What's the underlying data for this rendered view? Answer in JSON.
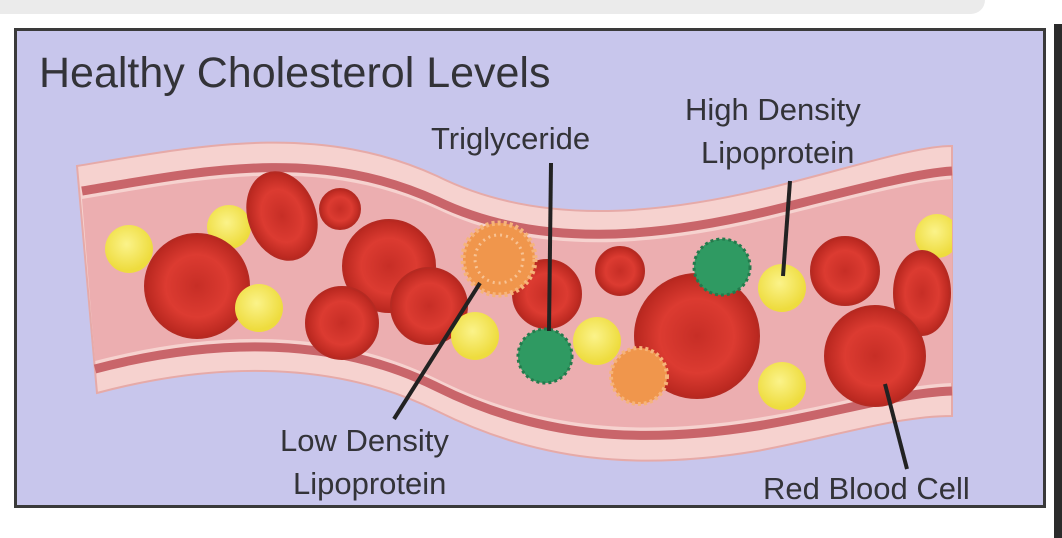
{
  "diagram": {
    "title": "Healthy Cholesterol Levels",
    "labels": {
      "triglyceride": "Triglyceride",
      "hdl_line1": "High Density",
      "hdl_line2": "Lipoprotein",
      "ldl_line1": "Low Density",
      "ldl_line2": "Lipoprotein",
      "rbc": "Red Blood Cell"
    },
    "colors": {
      "background": "#c8c6ec",
      "vessel_wall": "#f3c9c6",
      "vessel_inner": "#e9a7a8",
      "red_blood_cell": "#d93a30",
      "hdl_yellow": "#f6ec61",
      "ldl_orange": "#f0964c",
      "triglyceride_green": "#2f9a62",
      "text": "#333338"
    }
  }
}
